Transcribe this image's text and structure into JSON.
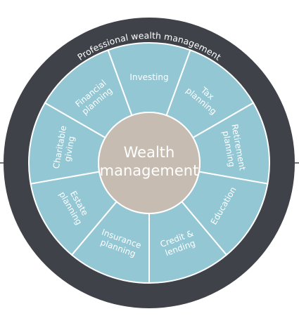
{
  "title": "Professional wealth management",
  "center": {
    "line1": "Wealth",
    "line2": "management"
  },
  "segments": [
    {
      "name": "investing",
      "lines": [
        "Investing"
      ]
    },
    {
      "name": "tax-planning",
      "lines": [
        "Tax",
        "planning"
      ]
    },
    {
      "name": "retirement-planning",
      "lines": [
        "Retirement",
        "planning"
      ]
    },
    {
      "name": "education",
      "lines": [
        "Education"
      ]
    },
    {
      "name": "credit-lending",
      "lines": [
        "Credit &",
        "lending"
      ]
    },
    {
      "name": "insurance-planning",
      "lines": [
        "Insurance",
        "planning"
      ]
    },
    {
      "name": "estate-planning",
      "lines": [
        "Estate",
        "planning"
      ]
    },
    {
      "name": "charitable-giving",
      "lines": [
        "Charitable",
        "giving"
      ]
    },
    {
      "name": "financial-planning",
      "lines": [
        "Financial",
        "planning"
      ]
    }
  ],
  "colors": {
    "ring": "#3f4249",
    "segment": "#94c7d4",
    "segment_border": "#ffffff",
    "center": "#c6bcb1",
    "text": "#ffffff"
  }
}
